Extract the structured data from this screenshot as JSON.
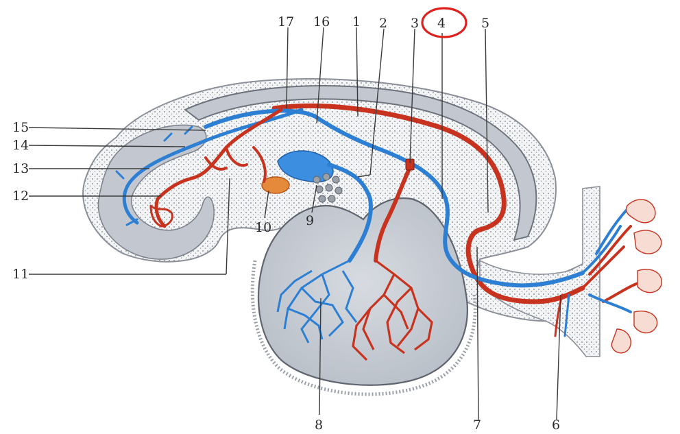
{
  "diagram": {
    "labels": {
      "l1": "1",
      "l2": "2",
      "l3": "3",
      "l4": "4",
      "l5": "5",
      "l6": "6",
      "l7": "7",
      "l8": "8",
      "l9": "9",
      "l10": "10",
      "l11": "11",
      "l12": "12",
      "l13": "13",
      "l14": "14",
      "l15": "15",
      "l16": "16",
      "l17": "17"
    },
    "highlighted_label": "4",
    "colors": {
      "artery": "#c8331f",
      "vein": "#2d7fd3",
      "tissue": "#c9ced6",
      "highlight": "#e0201c"
    }
  }
}
